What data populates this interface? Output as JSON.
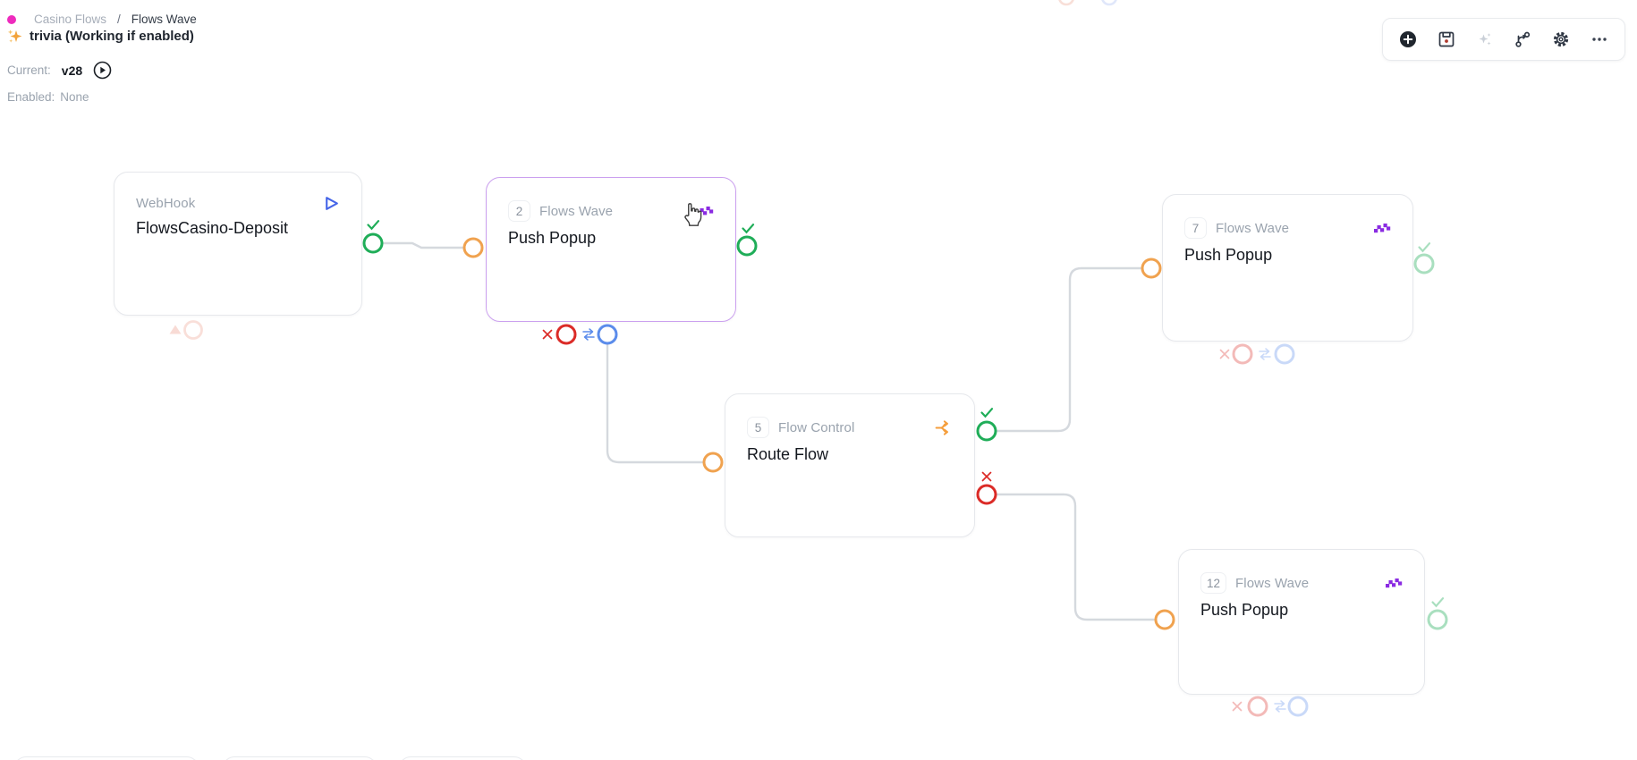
{
  "header": {
    "breadcrumb": {
      "project": "Casino Flows",
      "separator": "/",
      "page": "Flows Wave"
    },
    "title": "trivia (Working if enabled)",
    "current_label": "Current:",
    "current_version": "v28",
    "enabled_label": "Enabled:",
    "enabled_value": "None"
  },
  "toolbar": {
    "buttons": [
      {
        "icon": "add-circle-icon"
      },
      {
        "icon": "save-icon"
      },
      {
        "icon": "ai-sparkles-icon"
      },
      {
        "icon": "versions-icon"
      },
      {
        "icon": "settings-icon"
      },
      {
        "icon": "more-icon"
      }
    ]
  },
  "nodes": [
    {
      "badge": "",
      "type": "WebHook",
      "name": "FlowsCasino-Deposit",
      "icon": "play-icon",
      "outputs": [
        "success"
      ]
    },
    {
      "badge": "2",
      "type": "Flows Wave",
      "name": "Push Popup",
      "icon": "wave-icon",
      "outputs": [
        "success",
        "error",
        "loop"
      ]
    },
    {
      "badge": "5",
      "type": "Flow Control",
      "name": "Route Flow",
      "icon": "route-icon",
      "outputs": [
        "success",
        "error"
      ]
    },
    {
      "badge": "7",
      "type": "Flows Wave",
      "name": "Push Popup",
      "icon": "wave-icon",
      "outputs": [
        "success",
        "error",
        "loop"
      ]
    },
    {
      "badge": "12",
      "type": "Flows Wave",
      "name": "Push Popup",
      "icon": "wave-icon",
      "outputs": [
        "success",
        "error",
        "loop"
      ]
    }
  ],
  "edges": [
    {
      "from": "WebHook.success",
      "to": "2.input"
    },
    {
      "from": "2.loop-output",
      "to": "5.input"
    },
    {
      "from": "5.success",
      "to": "7.input"
    },
    {
      "from": "5.error",
      "to": "12.input"
    }
  ],
  "colors": {
    "success": "#1fad58",
    "error": "#db2b27",
    "input_port": "#f0a24f",
    "loop_port": "#5b8ceb",
    "wave_icon": "#8a2be2",
    "route_icon": "#f59e3c",
    "selected_border": "#cba0ef",
    "edge": "#d5d9de",
    "breadcrumb_dot": "#ee2bbd"
  }
}
